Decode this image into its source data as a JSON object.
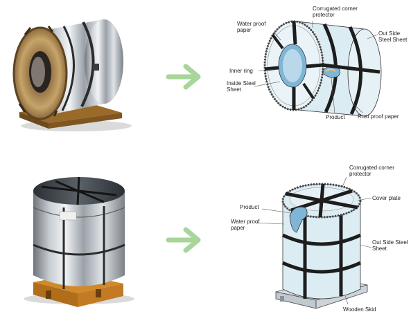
{
  "colors": {
    "arrow": "#a8d59a",
    "band": "#1d1d1d",
    "sheet_fill": "#dcecf3",
    "sheet_light": "#eef6fa",
    "skid": "#d9dfe4",
    "wood": "#c99a4e",
    "bore": "#7fb6d6"
  },
  "icons": {
    "arrow_top": "right-arrow-icon",
    "arrow_bottom": "right-arrow-icon"
  },
  "labels": {
    "top": {
      "corrugated_corner_protector": "Corrugated corner\nprotector",
      "water_proof_paper": "Water proof\npaper",
      "out_side_steel_sheet": "Out Side\nSteel Sheet",
      "inner_ring": "Inner ring",
      "inside_steel_sheet": "Inside Steel\nSheet",
      "product": "Product",
      "rust_proof_paper": "Rust proof paper"
    },
    "bottom": {
      "corrugated_corner_protector": "Corrugated corner\nprotector",
      "cover_plate": "Cover plate",
      "product": "Product",
      "water_proof_paper": "Water proof\npaper",
      "out_side_steel_sheet": "Out Side Steel\nSheet",
      "wooden_skid": "Wooden Skid"
    }
  }
}
